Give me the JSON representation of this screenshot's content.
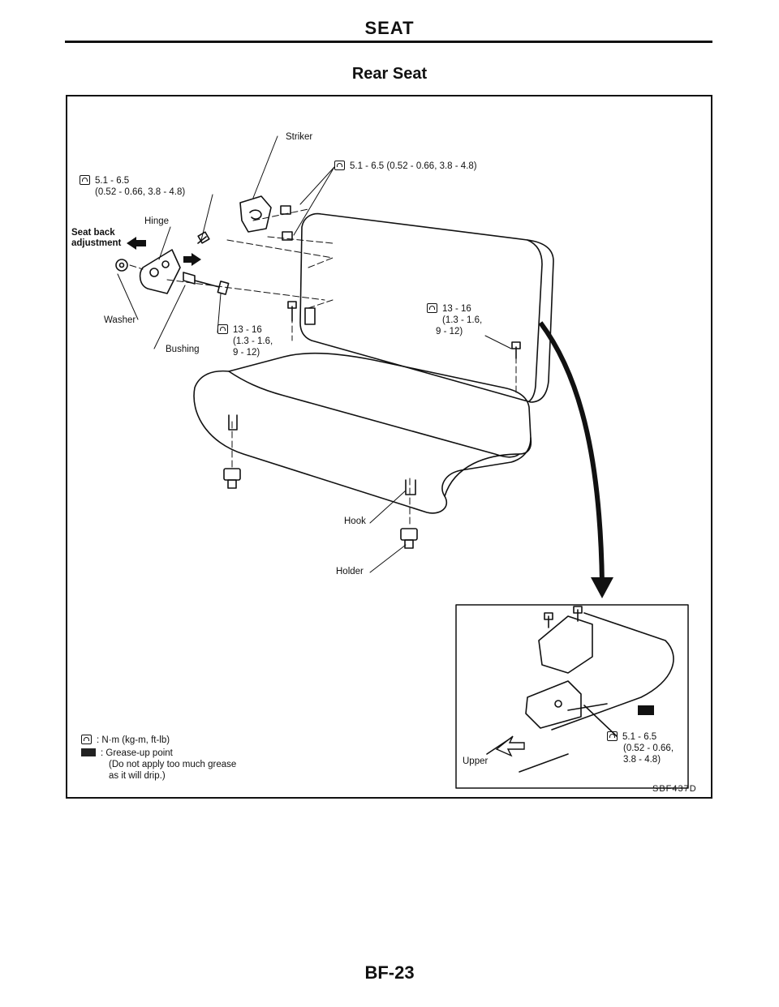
{
  "header": {
    "title": "SEAT"
  },
  "section_title": "Rear Seat",
  "labels": {
    "striker": "Striker",
    "top_torque": "5.1 - 6.5 (0.52 - 0.66, 3.8 - 4.8)",
    "left_torque_l1": "5.1 - 6.5",
    "left_torque_l2": "(0.52 - 0.66, 3.8 - 4.8)",
    "hinge": "Hinge",
    "seat_back_l1": "Seat back",
    "seat_back_l2": "adjustment",
    "washer": "Washer",
    "bushing": "Bushing",
    "mid_torque_l1": "13 - 16",
    "mid_torque_l2": "(1.3 - 1.6,",
    "mid_torque_l3": "9 - 12)",
    "right_torque_l1": "13 - 16",
    "right_torque_l2": "(1.3 - 1.6,",
    "right_torque_l3": "9 - 12)",
    "hook": "Hook",
    "holder": "Holder",
    "upper": "Upper",
    "inset_torque_l1": "5.1 - 6.5",
    "inset_torque_l2": "(0.52 - 0.66,",
    "inset_torque_l3": "3.8 - 4.8)"
  },
  "legend": {
    "torque_text": ": N·m (kg-m, ft-lb)",
    "grease_text": ": Grease-up point",
    "grease_note_l1": "(Do not apply too much grease",
    "grease_note_l2": "as it will drip.)"
  },
  "figure_code": "SBF437D",
  "footer": {
    "page": "BF-23"
  },
  "icons": [
    "torque-icon",
    "grease-icon",
    "arrow-left-icon",
    "arrow-right-icon",
    "arrow-down-icon"
  ]
}
